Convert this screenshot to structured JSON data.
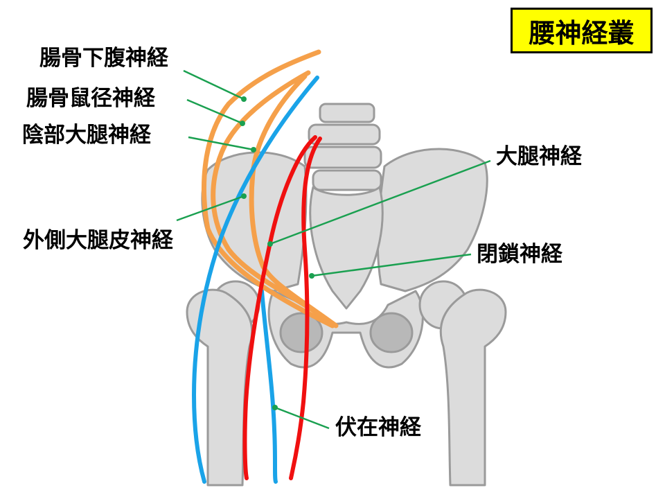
{
  "title": "腰神経叢",
  "labels": {
    "iliohypogastric": "腸骨下腹神経",
    "ilioinguinal": "腸骨鼠径神経",
    "genitofemoral": "陰部大腿神経",
    "lateral_femoral_cutaneous": "外側大腿皮神経",
    "femoral": "大腿神経",
    "obturator": "閉鎖神経",
    "saphenous": "伏在神経"
  },
  "colors": {
    "title_bg": "#ffff00",
    "bone_fill": "#dcdcdc",
    "bone_stroke": "#9a9a9a",
    "orange_nerves": "#f5a04a",
    "blue_nerves": "#1aa3e8",
    "red_nerves": "#f01010",
    "leader_lines": "#1aa050"
  }
}
